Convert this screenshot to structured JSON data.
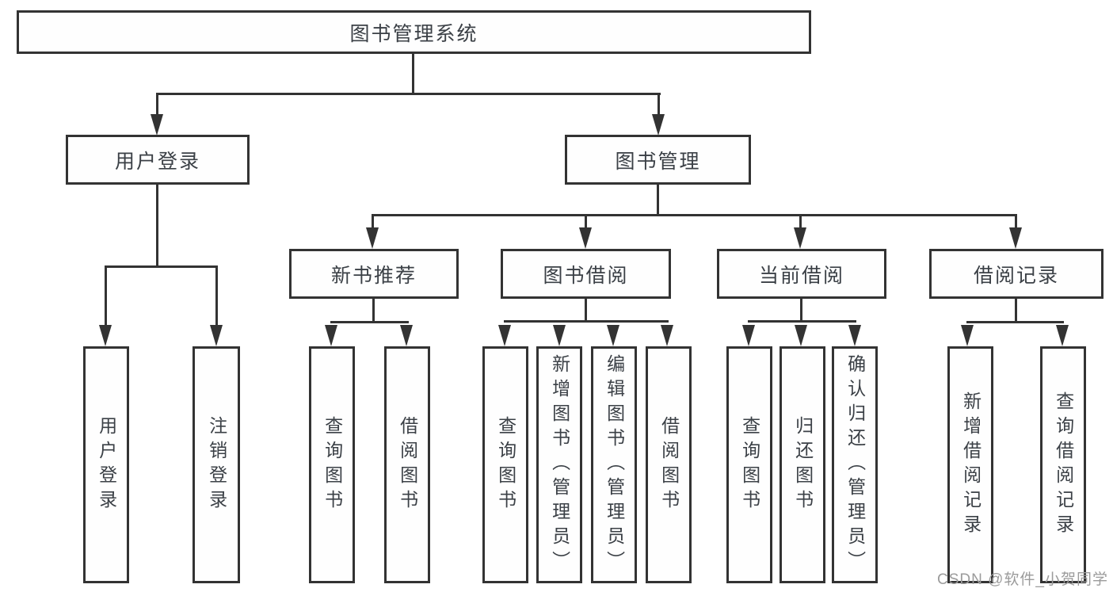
{
  "diagram_title": "图书管理系统",
  "nodes": {
    "root": {
      "label": "图书管理系统"
    },
    "user_login": {
      "label": "用户登录"
    },
    "book_mgmt": {
      "label": "图书管理"
    },
    "new_rec": {
      "label": "新书推荐"
    },
    "book_borrow": {
      "label": "图书借阅"
    },
    "current_borrow": {
      "label": "当前借阅"
    },
    "borrow_records": {
      "label": "借阅记录"
    },
    "leaf_user_login": {
      "label": "用户登录"
    },
    "leaf_logout": {
      "label": "注销登录"
    },
    "leaf_query_book_1": {
      "label": "查询图书"
    },
    "leaf_borrow_book_1": {
      "label": "借阅图书"
    },
    "leaf_query_book_2": {
      "label": "查询图书"
    },
    "leaf_add_book": {
      "label": "新增图书（管理员）"
    },
    "leaf_edit_book": {
      "label": "编辑图书（管理员）"
    },
    "leaf_borrow_book_2": {
      "label": "借阅图书"
    },
    "leaf_query_book_3": {
      "label": "查询图书"
    },
    "leaf_return_book": {
      "label": "归还图书"
    },
    "leaf_confirm_return": {
      "label": "确认归还（管理员）"
    },
    "leaf_add_record": {
      "label": "新增借阅记录"
    },
    "leaf_query_record": {
      "label": "查询借阅记录"
    }
  },
  "hierarchy": {
    "图书管理系统": [
      "用户登录",
      "图书管理"
    ],
    "用户登录": [
      "用户登录",
      "注销登录"
    ],
    "图书管理": [
      "新书推荐",
      "图书借阅",
      "当前借阅",
      "借阅记录"
    ],
    "新书推荐": [
      "查询图书",
      "借阅图书"
    ],
    "图书借阅": [
      "查询图书",
      "新增图书（管理员）",
      "编辑图书（管理员）",
      "借阅图书"
    ],
    "当前借阅": [
      "查询图书",
      "归还图书",
      "确认归还（管理员）"
    ],
    "借阅记录": [
      "新增借阅记录",
      "查询借阅记录"
    ]
  },
  "watermark": {
    "text": "CSDN @软件_小贺同学"
  },
  "colors": {
    "line": "#333333",
    "node_text": "#3b4046",
    "watermark": "#9b9b9b",
    "background": "#ffffff"
  }
}
